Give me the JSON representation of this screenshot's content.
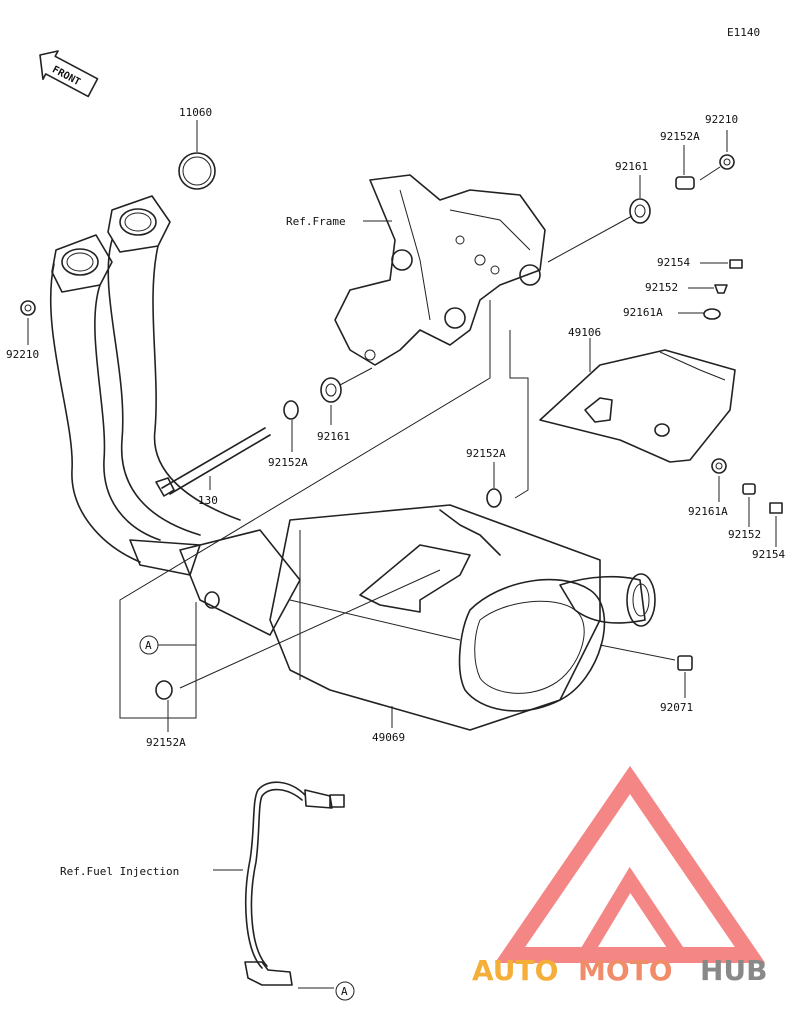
{
  "diagram_code": "E1140",
  "front_label": "FRONT",
  "refs": {
    "frame": "Ref.Frame",
    "fuel_injection": "Ref.Fuel Injection"
  },
  "callout_letter": "A",
  "parts": {
    "gasket_ring": "11060",
    "nut_left": "92210",
    "nut_right": "92210",
    "washer_right_top": "92152A",
    "rubber_right_top": "92161",
    "bolt_long": "130",
    "washer_mid": "92152A",
    "rubber_mid": "92161",
    "washer_center": "92152A",
    "washer_bottom": "92152A",
    "bolt_small_top": "92154",
    "collar_small_top": "92152",
    "rubber_small_top": "92161A",
    "cover": "49106",
    "rubber_small_bottom": "92161A",
    "collar_small_bottom": "92152",
    "bolt_small_bottom": "92154",
    "clamp": "92071",
    "muffler": "49069"
  },
  "watermark": {
    "auto": "AUTO",
    "moto": "MOTO",
    "hub": "HUB",
    "colors": {
      "auto": "#f5a623",
      "moto": "#f0805a",
      "hub": "#7d7d7d",
      "triangle": "#f47a7a"
    }
  }
}
